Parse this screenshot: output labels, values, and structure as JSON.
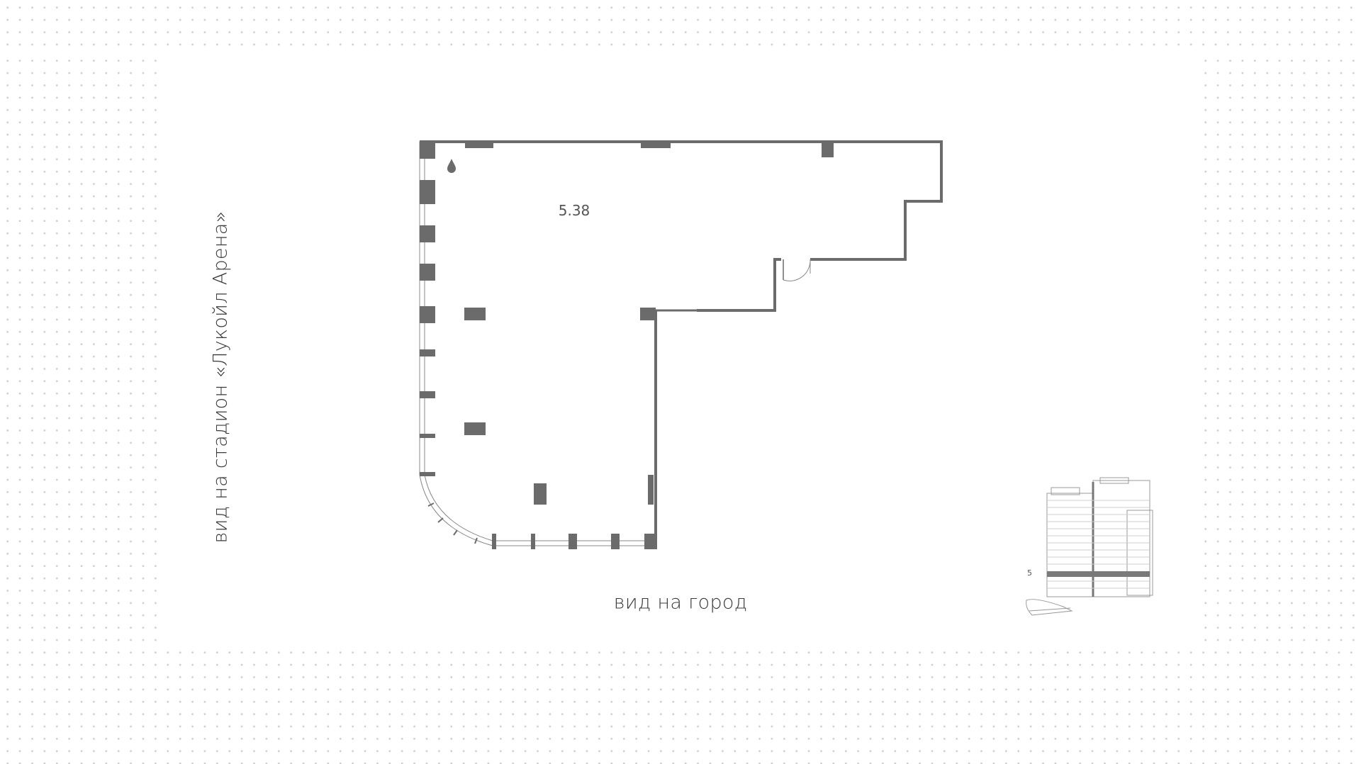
{
  "views": {
    "left": "вид на стадион «Лукойл Арена»",
    "bottom": "вид на город"
  },
  "room": {
    "number": "5.38"
  },
  "building": {
    "floor": "5"
  },
  "colors": {
    "wall": "#6b6b6b",
    "dots": "#cfcfcf",
    "text": "#3a3a3a"
  },
  "icons": [
    "water-drop-icon",
    "door-swing-icon",
    "building-minimap-icon"
  ]
}
